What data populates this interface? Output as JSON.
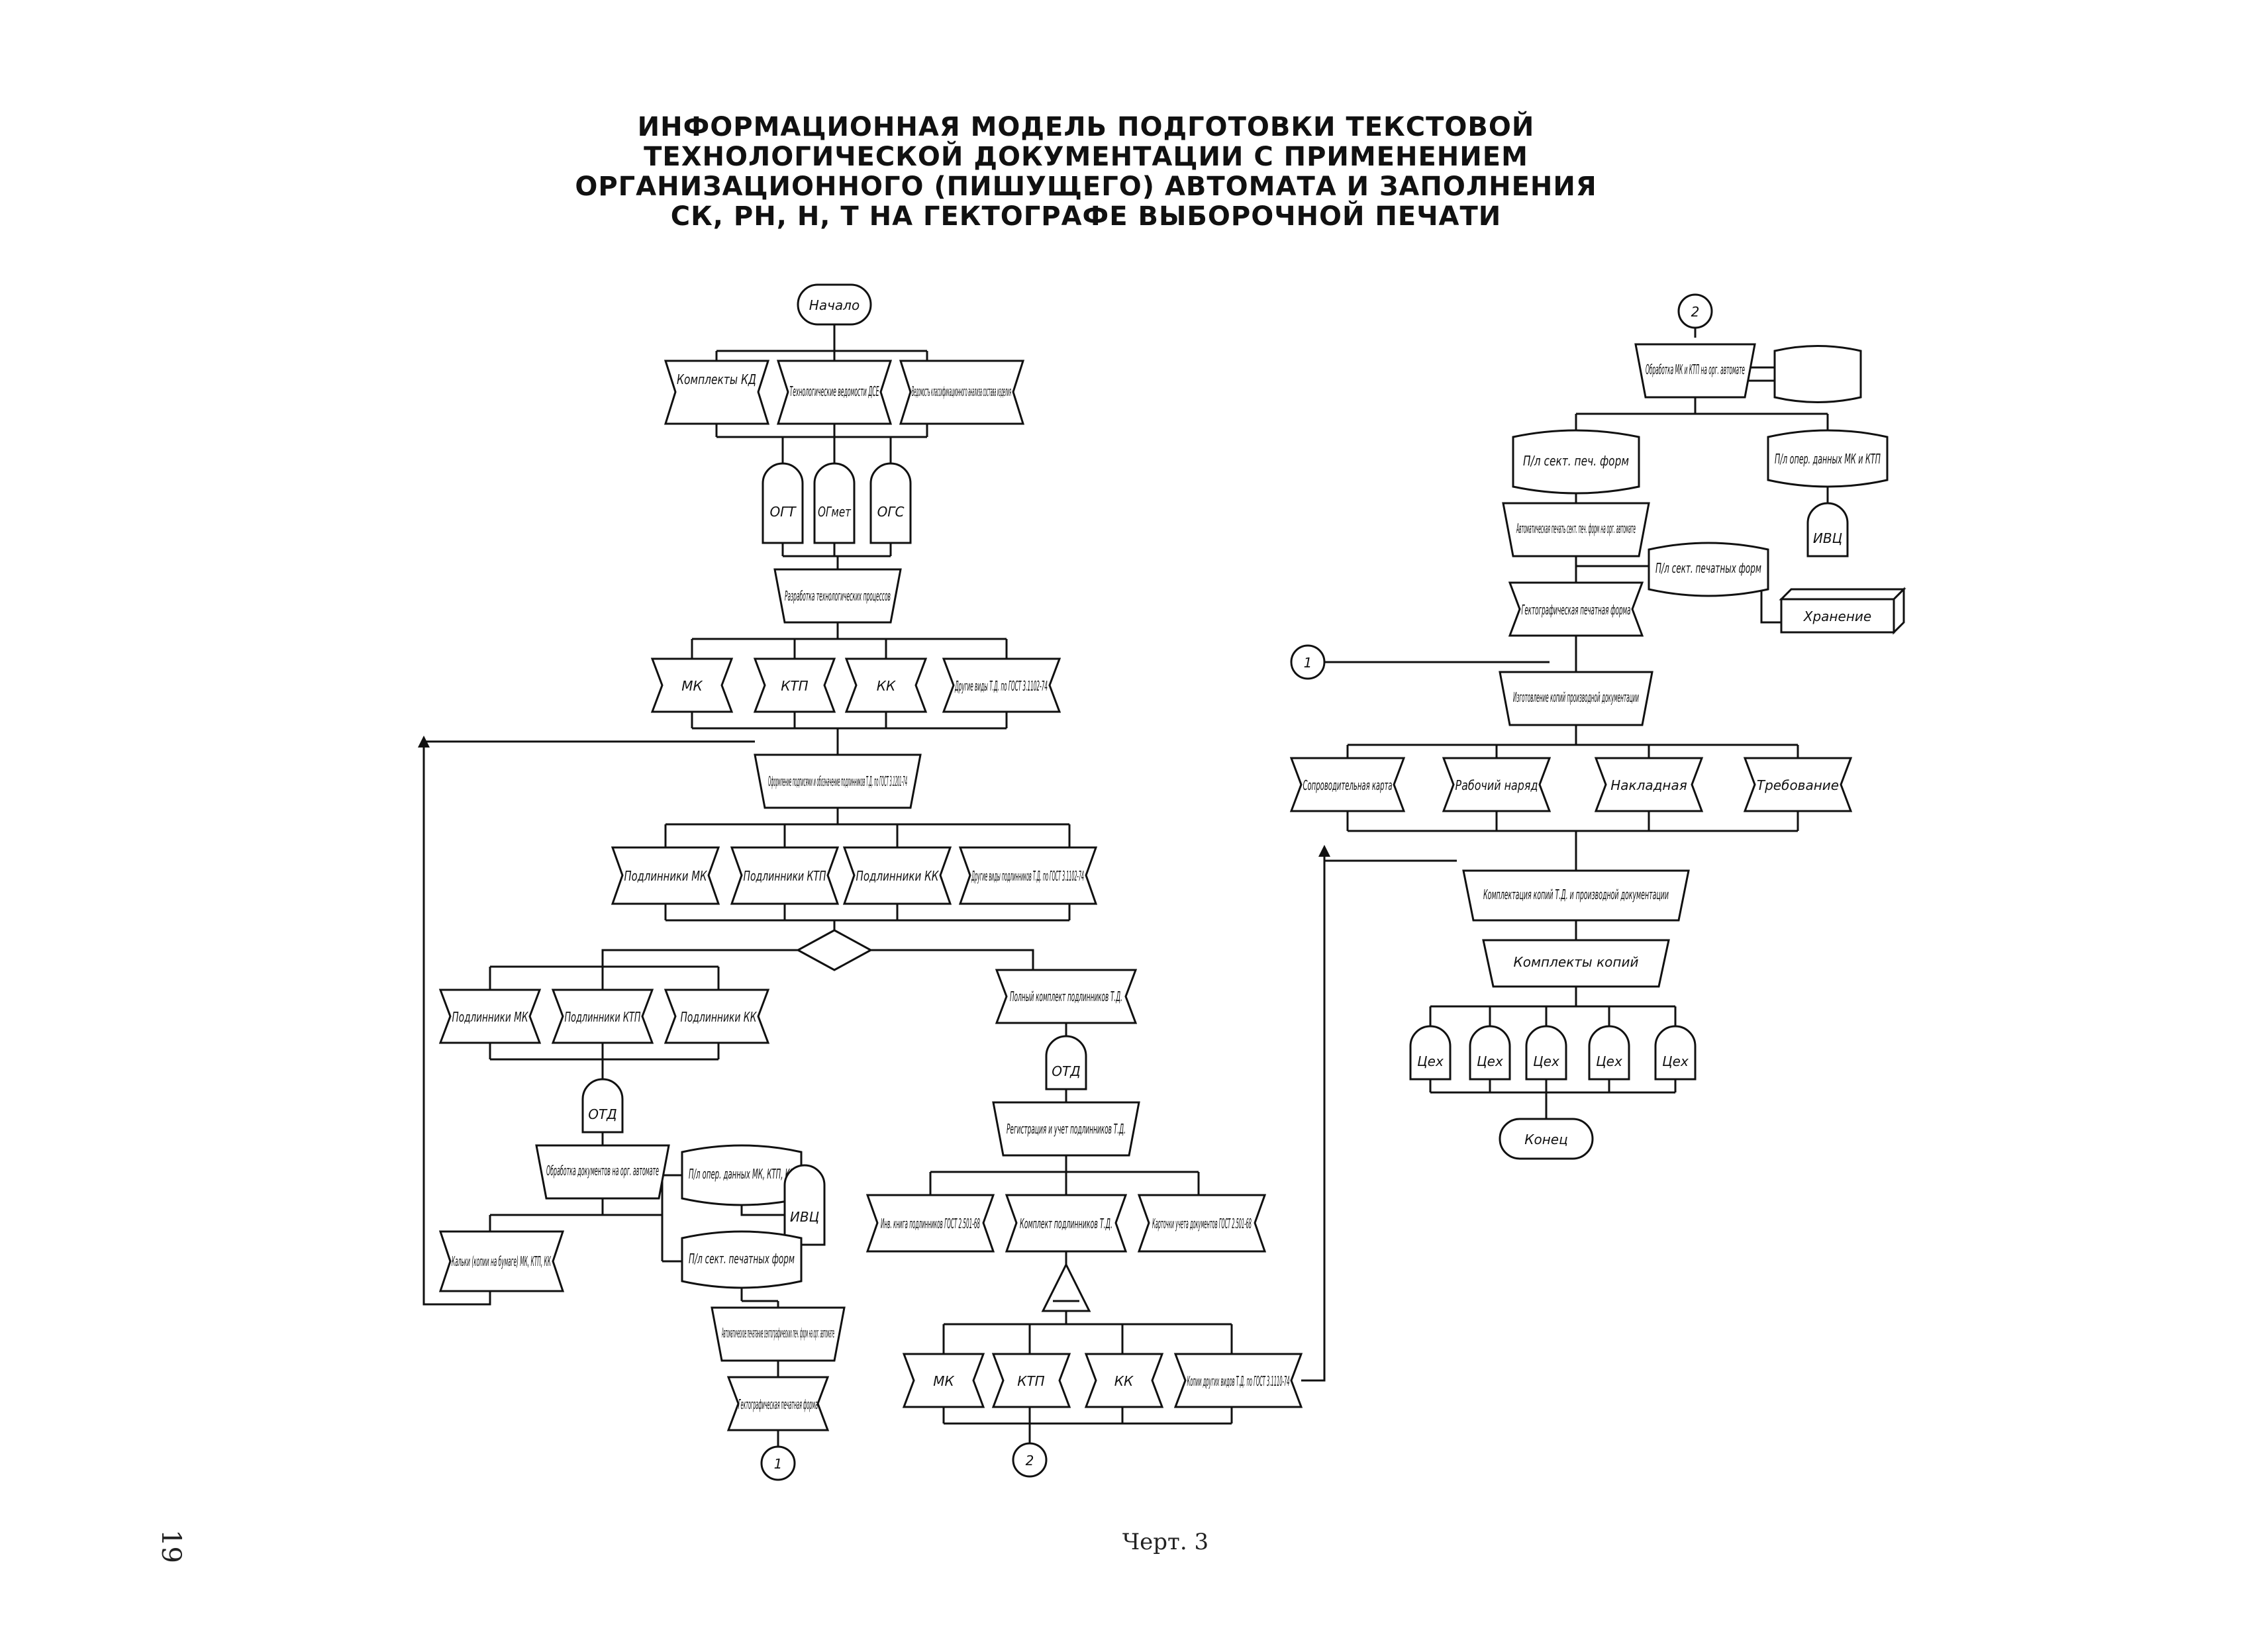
{
  "title_lines": [
    "ИНФОРМАЦИОННАЯ МОДЕЛЬ ПОДГОТОВКИ ТЕКСТОВОЙ",
    "ТЕХНОЛОГИЧЕСКОЙ ДОКУМЕНТАЦИИ С ПРИМЕНЕНИЕМ",
    "ОРГАНИЗАЦИОННОГО (ПИШУЩЕГО) АВТОМАТА И ЗАПОЛНЕНИЯ",
    "СК, РН, Н, Т НА ГЕКТОГРАФЕ ВЫБОРОЧНОЙ ПЕЧАТИ"
  ],
  "caption": "Черт. 3",
  "page_number": "19",
  "nodes": {
    "start": "Начало",
    "kd": "Комплекты КД",
    "ved_dse": "Технологические ведомости ДСЕ",
    "ved_class": "Ведомость классификационного анализа состава изделия",
    "ogt": "ОГТ",
    "ogmet": "ОГмет",
    "ogs": "ОГС",
    "dev_tp": "Разработка технологических процессов",
    "mk1": "МК",
    "ktp1": "КТП",
    "kk1": "КК",
    "other1": "Другие виды Т.Д. по ГОСТ 3.1102-74",
    "sign": "Оформление подписями и обозначение подлинников Т.Д. по ГОСТ 3.1201-74",
    "orig_mk": "Подлинники МК",
    "orig_ktp": "Подлинники КТП",
    "orig_kk": "Подлинники КК",
    "orig_other": "Другие виды подлинников Т.Д. по ГОСТ 3.1102-74",
    "orig_mk2": "Подлинники МК",
    "orig_ktp2": "Подлинники КТП",
    "orig_kk2": "Подлинники КК",
    "otd1": "ОТД",
    "proc_auto": "Обработка документов на орг. автомате",
    "pl_oper": "П/л опер. данных МК, КТП, КК",
    "ivc1": "ИВЦ",
    "kalki": "Кальки (копии на бумаге) МК, КТП, КК",
    "pl_sekt": "П/л сект. печатных форм",
    "auto_print": "Автоматическое печатание сектографических печ. форм на орг. автомате",
    "hekto_form": "Гектографическая печатная форма",
    "c1_bottom": "1",
    "full_set": "Полный комплект подлинников Т.Д.",
    "otd2": "ОТД",
    "reg": "Регистрация и учет подлинников Т.Д.",
    "inv_book": "Инв. книга подлинников ГОСТ 2.501-68",
    "set_orig": "Комплект подлинников Т.Д.",
    "cards": "Карточки учета документов ГОСТ 2.501-68",
    "mk3": "МК",
    "ktp3": "КТП",
    "kk3": "КК",
    "copies_other": "Копии других видов Т.Д. по ГОСТ 3.1110-74",
    "c2_bottom": "2",
    "c2_top": "2",
    "proc_mk": "Обработка МК и КТП на орг. автомате",
    "pl_sekt_r": "П/л сект. печ. форм",
    "pl_oper_r": "П/л опер. данных МК и КТП",
    "ivc2": "ИВЦ",
    "auto_print_r": "Автоматическая печать сект. печ. форм на орг. автомате",
    "pl_sekt_r2": "П/л сект. печатных форм",
    "storage": "Хранение",
    "hekto_r": "Гектографическая печатная форма",
    "c1_mid": "1",
    "make_copies": "Изготовление копий производной документации",
    "sopr": "Сопроводительная карта",
    "work_order": "Рабочий наряд",
    "nakl": "Накладная",
    "treb": "Требование",
    "complect": "Комплектация копий Т.Д. и производной документации",
    "copy_sets": "Комплекты копий",
    "ceh1": "Цех",
    "ceh2": "Цех",
    "ceh3": "Цех",
    "ceh4": "Цех",
    "ceh5": "Цех",
    "end": "Конец"
  }
}
